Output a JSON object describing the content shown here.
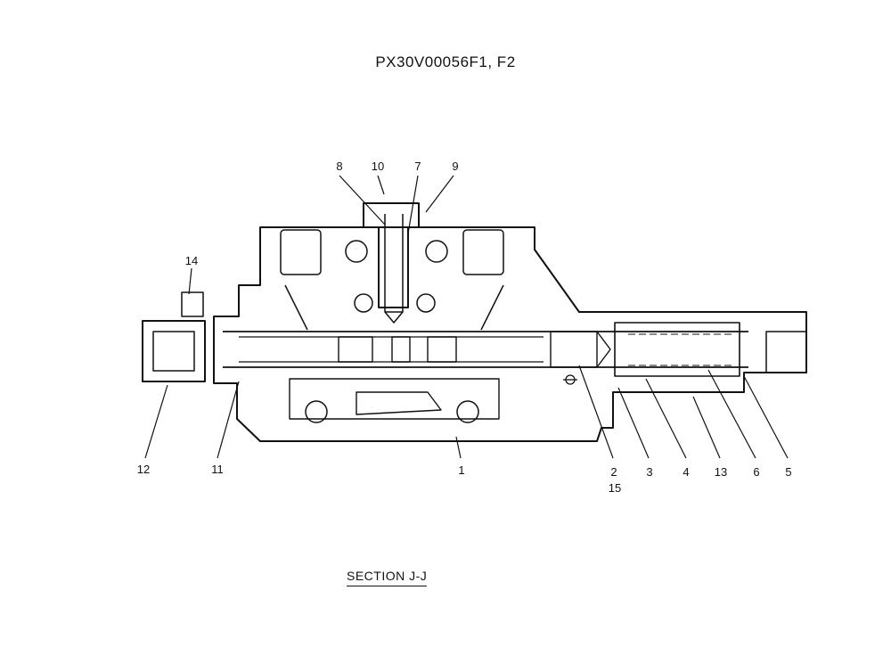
{
  "title": "PX30V00056F1, F2",
  "section_label": "SECTION  J-J",
  "callouts": [
    "8",
    "10",
    "7",
    "9",
    "14",
    "12",
    "11",
    "1",
    "2",
    "15",
    "3",
    "4",
    "13",
    "6",
    "5"
  ]
}
